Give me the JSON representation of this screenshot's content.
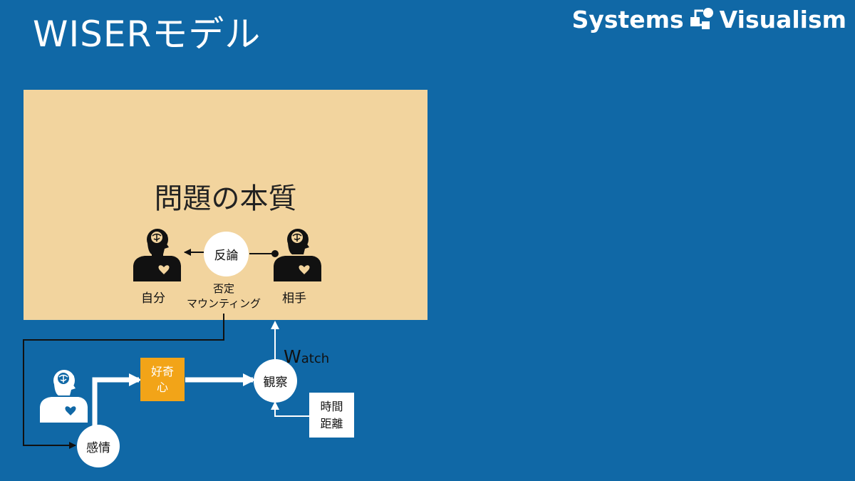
{
  "page": {
    "title": "WISERモデル"
  },
  "brand": {
    "left": "Systems",
    "right": "Visualism"
  },
  "panel": {
    "title": "問題の本質",
    "self_label": "自分",
    "other_label": "相手",
    "rebuttal_label": "反論",
    "negation_label": "否定",
    "mounting_label": "マウンティング"
  },
  "flow": {
    "emotion_label": "感情",
    "curiosity_line1": "好奇",
    "curiosity_line2": "心",
    "observe_label": "観察",
    "watch_initial": "W",
    "watch_rest": "atch",
    "time_line1": "時間",
    "time_line2": "距離"
  },
  "icons": {
    "person": "person-brain-heart-icon",
    "logo": "systems-visualism-logo-icon"
  },
  "colors": {
    "background": "#1068a6",
    "panel": "#f2d49e",
    "curiosity": "#f2a418",
    "ink": "#111111",
    "white": "#ffffff"
  }
}
